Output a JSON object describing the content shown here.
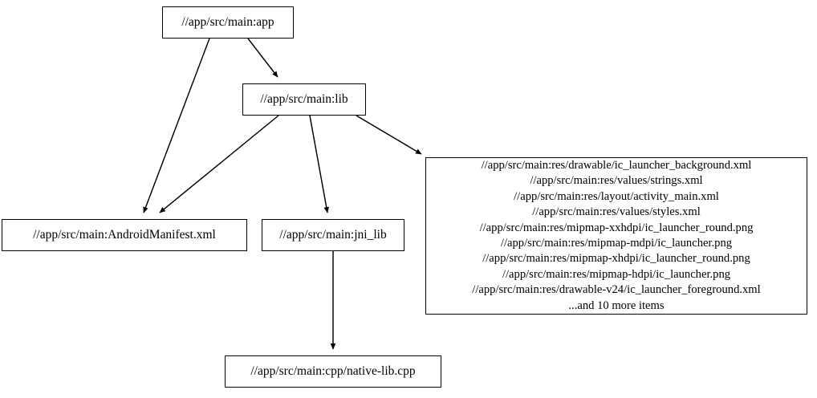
{
  "graph": {
    "type": "directed-dependency-graph",
    "background_color": "#ffffff",
    "node_border_color": "#000000",
    "edge_color": "#000000",
    "text_color": "#000000",
    "nodes": [
      {
        "id": "app",
        "label": "//app/src/main:app"
      },
      {
        "id": "lib",
        "label": "//app/src/main:lib"
      },
      {
        "id": "manifest",
        "label": "//app/src/main:AndroidManifest.xml"
      },
      {
        "id": "jni_lib",
        "label": "//app/src/main:jni_lib"
      },
      {
        "id": "native_lib",
        "label": "//app/src/main:cpp/native-lib.cpp"
      },
      {
        "id": "res_group",
        "label": "//app/src/main:res/drawable/ic_launcher_background.xml\n//app/src/main:res/values/strings.xml\n//app/src/main:res/layout/activity_main.xml\n//app/src/main:res/values/styles.xml\n//app/src/main:res/mipmap-xxhdpi/ic_launcher_round.png\n//app/src/main:res/mipmap-mdpi/ic_launcher.png\n//app/src/main:res/mipmap-xhdpi/ic_launcher_round.png\n//app/src/main:res/mipmap-hdpi/ic_launcher.png\n//app/src/main:res/drawable-v24/ic_launcher_foreground.xml\n...and 10 more items",
        "lines": [
          "//app/src/main:res/drawable/ic_launcher_background.xml",
          "//app/src/main:res/values/strings.xml",
          "//app/src/main:res/layout/activity_main.xml",
          "//app/src/main:res/values/styles.xml",
          "//app/src/main:res/mipmap-xxhdpi/ic_launcher_round.png",
          "//app/src/main:res/mipmap-mdpi/ic_launcher.png",
          "//app/src/main:res/mipmap-xhdpi/ic_launcher_round.png",
          "//app/src/main:res/mipmap-hdpi/ic_launcher.png",
          "//app/src/main:res/drawable-v24/ic_launcher_foreground.xml",
          "...and 10 more items"
        ],
        "overflow_note": "...and 10 more items",
        "overflow_count": 10
      }
    ],
    "edges": [
      {
        "from": "app",
        "to": "manifest"
      },
      {
        "from": "app",
        "to": "lib"
      },
      {
        "from": "lib",
        "to": "manifest"
      },
      {
        "from": "lib",
        "to": "jni_lib"
      },
      {
        "from": "lib",
        "to": "res_group"
      },
      {
        "from": "jni_lib",
        "to": "native_lib"
      }
    ]
  }
}
